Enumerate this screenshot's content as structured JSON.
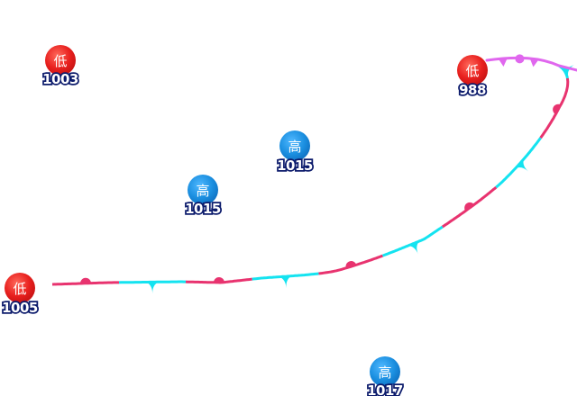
{
  "map": {
    "colors": {
      "background": "#ffffff",
      "low_fill": "#e8201e",
      "high_fill": "#1b8fe0",
      "pressure_outline": "#0b1a6b",
      "warm_front": "#e8336f",
      "cold_front": "#14e3f0",
      "occluded_front": "#e067ee"
    },
    "pressure_centers": [
      {
        "type": "low",
        "label": "低",
        "pressure": "1003",
        "icon": "low-pressure-icon"
      },
      {
        "type": "low",
        "label": "低",
        "pressure": "988",
        "icon": "low-pressure-icon"
      },
      {
        "type": "high",
        "label": "高",
        "pressure": "1015",
        "icon": "high-pressure-icon"
      },
      {
        "type": "high",
        "label": "高",
        "pressure": "1015",
        "icon": "high-pressure-icon"
      },
      {
        "type": "low",
        "label": "低",
        "pressure": "1005",
        "icon": "low-pressure-icon"
      },
      {
        "type": "high",
        "label": "高",
        "pressure": "1017",
        "icon": "high-pressure-icon"
      }
    ],
    "fronts": [
      {
        "type": "stationary",
        "icon": "stationary-front-icon"
      },
      {
        "type": "occluded",
        "icon": "occluded-front-icon"
      }
    ]
  }
}
